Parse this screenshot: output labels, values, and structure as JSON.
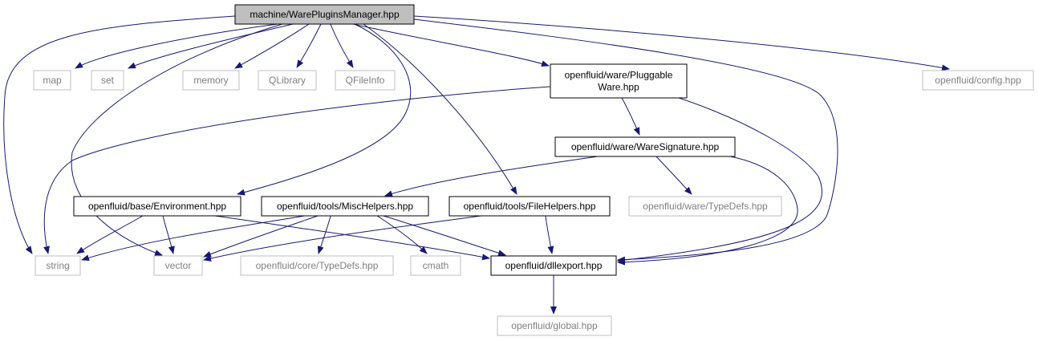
{
  "colors": {
    "edge": "#191970",
    "root_fill": "#bfbfbf",
    "doc_border": "#000000",
    "ext_border": "#bfbfbf",
    "ext_text": "#7f7f7f",
    "doc_text": "#000000"
  },
  "nodes": [
    {
      "id": "root",
      "label": "machine/WarePluginsManager.hpp",
      "kind": "root"
    },
    {
      "id": "map",
      "label": "map",
      "kind": "external"
    },
    {
      "id": "set",
      "label": "set",
      "kind": "external"
    },
    {
      "id": "memory",
      "label": "memory",
      "kind": "external"
    },
    {
      "id": "qlibrary",
      "label": "QLibrary",
      "kind": "external"
    },
    {
      "id": "qfileinfo",
      "label": "QFileInfo",
      "kind": "external"
    },
    {
      "id": "pluggable",
      "label": "openfluid/ware/Pluggable\nWare.hpp",
      "kind": "documented"
    },
    {
      "id": "config",
      "label": "openfluid/config.hpp",
      "kind": "external"
    },
    {
      "id": "signature",
      "label": "openfluid/ware/WareSignature.hpp",
      "kind": "documented"
    },
    {
      "id": "environment",
      "label": "openfluid/base/Environment.hpp",
      "kind": "documented"
    },
    {
      "id": "mischelpers",
      "label": "openfluid/tools/MiscHelpers.hpp",
      "kind": "documented"
    },
    {
      "id": "filehelpers",
      "label": "openfluid/tools/FileHelpers.hpp",
      "kind": "documented"
    },
    {
      "id": "waretypedefs",
      "label": "openfluid/ware/TypeDefs.hpp",
      "kind": "external"
    },
    {
      "id": "string",
      "label": "string",
      "kind": "external"
    },
    {
      "id": "vector",
      "label": "vector",
      "kind": "external"
    },
    {
      "id": "coretypedefs",
      "label": "openfluid/core/TypeDefs.hpp",
      "kind": "external"
    },
    {
      "id": "cmath",
      "label": "cmath",
      "kind": "external"
    },
    {
      "id": "dllexport",
      "label": "openfluid/dllexport.hpp",
      "kind": "documented"
    },
    {
      "id": "global",
      "label": "openfluid/global.hpp",
      "kind": "external"
    }
  ],
  "edges": [
    {
      "from": "root",
      "to": "map"
    },
    {
      "from": "root",
      "to": "set"
    },
    {
      "from": "root",
      "to": "memory"
    },
    {
      "from": "root",
      "to": "qlibrary"
    },
    {
      "from": "root",
      "to": "qfileinfo"
    },
    {
      "from": "root",
      "to": "pluggable"
    },
    {
      "from": "root",
      "to": "config"
    },
    {
      "from": "root",
      "to": "string"
    },
    {
      "from": "root",
      "to": "vector"
    },
    {
      "from": "root",
      "to": "environment"
    },
    {
      "from": "root",
      "to": "filehelpers"
    },
    {
      "from": "root",
      "to": "dllexport"
    },
    {
      "from": "pluggable",
      "to": "signature"
    },
    {
      "from": "pluggable",
      "to": "string"
    },
    {
      "from": "pluggable",
      "to": "dllexport"
    },
    {
      "from": "signature",
      "to": "mischelpers"
    },
    {
      "from": "signature",
      "to": "waretypedefs"
    },
    {
      "from": "signature",
      "to": "dllexport"
    },
    {
      "from": "environment",
      "to": "string"
    },
    {
      "from": "environment",
      "to": "vector"
    },
    {
      "from": "environment",
      "to": "dllexport"
    },
    {
      "from": "mischelpers",
      "to": "string"
    },
    {
      "from": "mischelpers",
      "to": "vector"
    },
    {
      "from": "mischelpers",
      "to": "coretypedefs"
    },
    {
      "from": "mischelpers",
      "to": "cmath"
    },
    {
      "from": "mischelpers",
      "to": "dllexport"
    },
    {
      "from": "filehelpers",
      "to": "vector"
    },
    {
      "from": "filehelpers",
      "to": "dllexport"
    },
    {
      "from": "dllexport",
      "to": "global"
    }
  ]
}
